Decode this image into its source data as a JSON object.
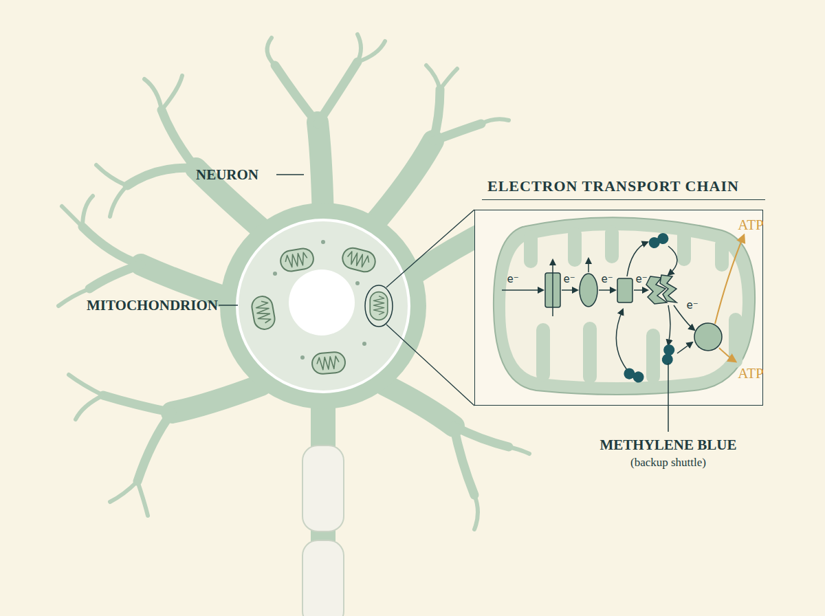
{
  "diagram": {
    "nodes": [
      {
        "text": [
          "ELECTRON TRANSPORT CHAIN"
        ]
      }
    ],
    "labels": [
      "NEURON",
      "MITOCHONDRION",
      "e⁻",
      "e⁻",
      "e⁻",
      "e⁻",
      "e⁻",
      "ATP",
      "ATP",
      "METHYLENE BLUE",
      "(backup shuttle)"
    ]
  }
}
